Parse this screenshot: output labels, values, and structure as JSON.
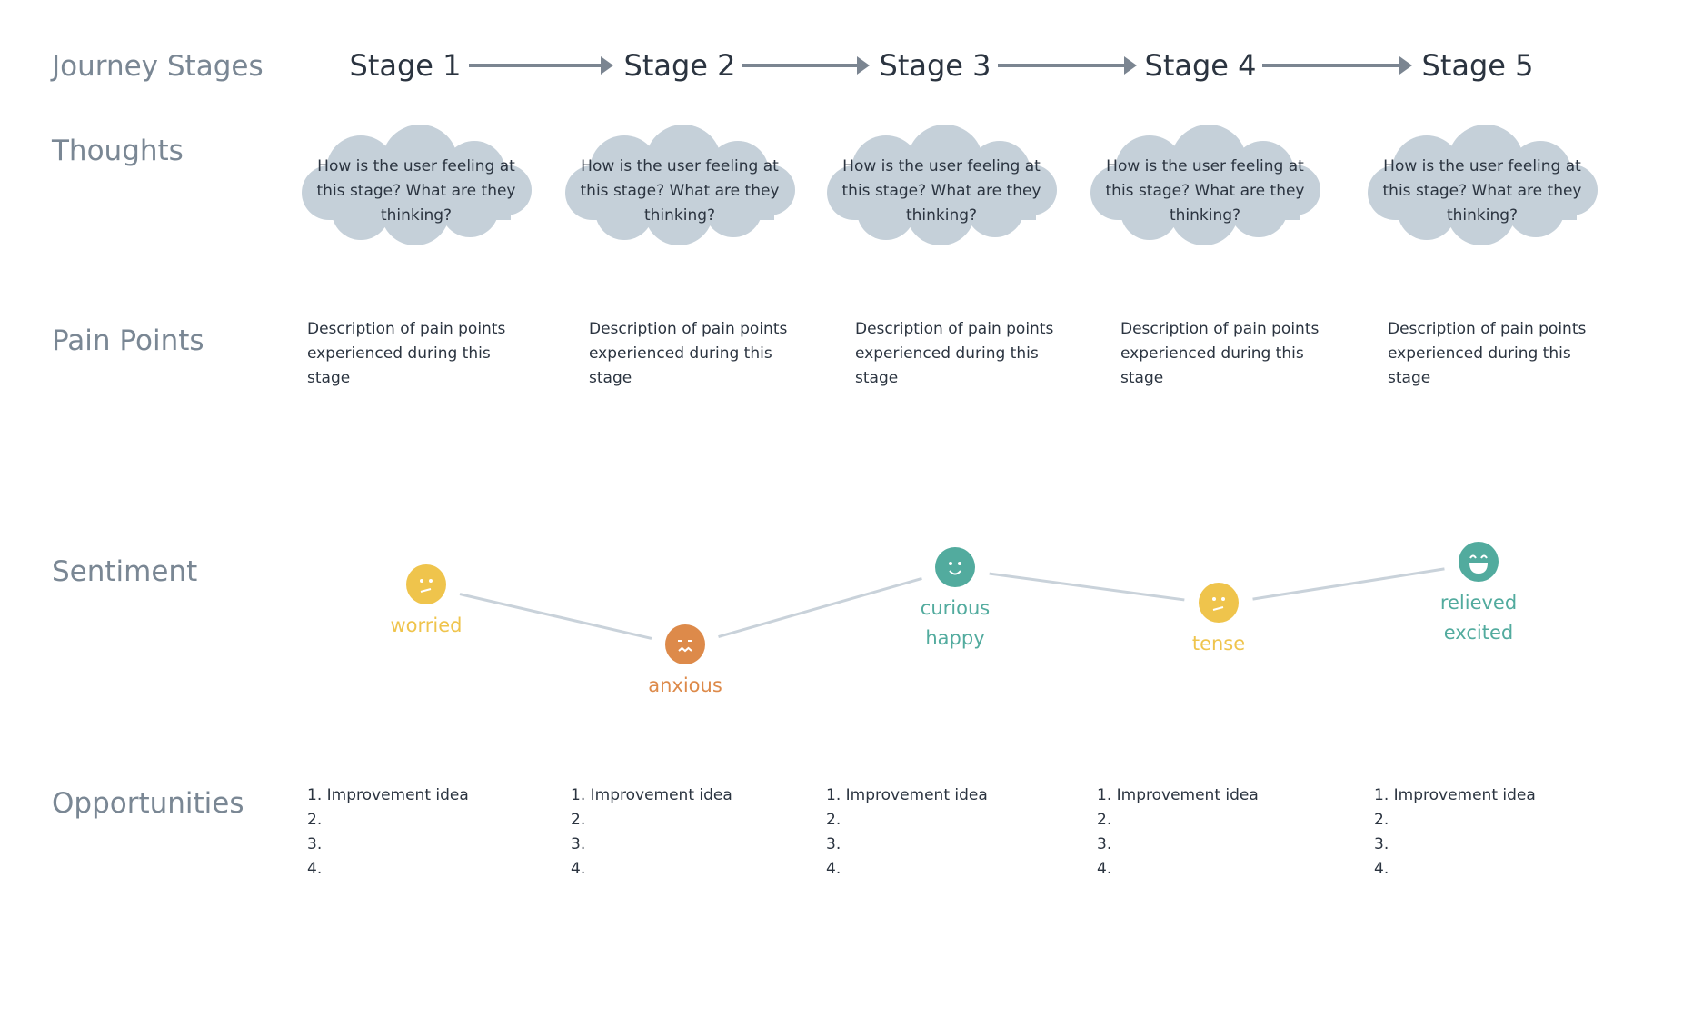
{
  "row_labels": {
    "journey_stages": "Journey Stages",
    "thoughts": "Thoughts",
    "pain_points": "Pain Points",
    "sentiment": "Sentiment",
    "opportunities": "Opportunities"
  },
  "stages": [
    "Stage 1",
    "Stage 2",
    "Stage 3",
    "Stage 4",
    "Stage 5"
  ],
  "thoughts": [
    "How is the user feeling at this stage? What are they thinking?",
    "How is the user feeling at this stage? What are they thinking?",
    "How is the user feeling at this stage? What are they thinking?",
    "How is the user feeling at this stage? What are they thinking?",
    "How is the user feeling at this stage? What are they thinking?"
  ],
  "pain_points": [
    "Description of pain points experienced during this stage",
    "Description of pain points experienced during this stage",
    "Description of pain points experienced during this stage",
    "Description of pain points experienced during this stage",
    "Description of pain points experienced during this stage"
  ],
  "sentiment": [
    {
      "line1": "worried",
      "line2": "",
      "face": "neutral-worried-face-icon",
      "color": "#efc44c"
    },
    {
      "line1": "anxious",
      "line2": "",
      "face": "anxious-face-icon",
      "color": "#dd8a4a"
    },
    {
      "line1": "curious",
      "line2": "happy",
      "face": "smiling-face-icon",
      "color": "#52ab9e"
    },
    {
      "line1": "tense",
      "line2": "",
      "face": "neutral-tense-face-icon",
      "color": "#efc44c"
    },
    {
      "line1": "relieved",
      "line2": "excited",
      "face": "grinning-face-icon",
      "color": "#52ab9e"
    }
  ],
  "opportunities": [
    [
      "1. Improvement idea",
      "2.",
      "3.",
      "4."
    ],
    [
      "1. Improvement idea",
      "2.",
      "3.",
      "4."
    ],
    [
      "1. Improvement idea",
      "2.",
      "3.",
      "4."
    ],
    [
      "1. Improvement idea",
      "2.",
      "3.",
      "4."
    ],
    [
      "1. Improvement idea",
      "2.",
      "3.",
      "4."
    ]
  ],
  "colors": {
    "label": "#7a8794",
    "text": "#2b3440",
    "arrow": "#7b8591",
    "cloud": "#c5d0d9",
    "connector": "#c9d2da"
  }
}
